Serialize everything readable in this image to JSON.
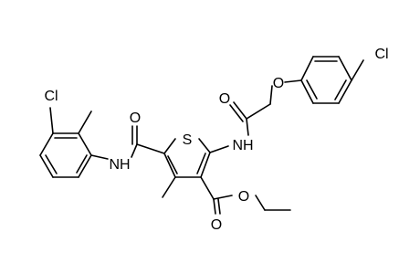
{
  "molecule": {
    "atoms": {
      "s": "S",
      "o_ether": "O",
      "o_amide2": "O",
      "nh2": "NH",
      "cl_top": "Cl",
      "cl_left": "Cl",
      "o_amide1": "O",
      "nh1": "NH",
      "o_ester_carbonyl": "O",
      "o_ester": "O"
    },
    "colors": {
      "bond": "#000000",
      "label": "#000000",
      "background": "#ffffff"
    }
  }
}
